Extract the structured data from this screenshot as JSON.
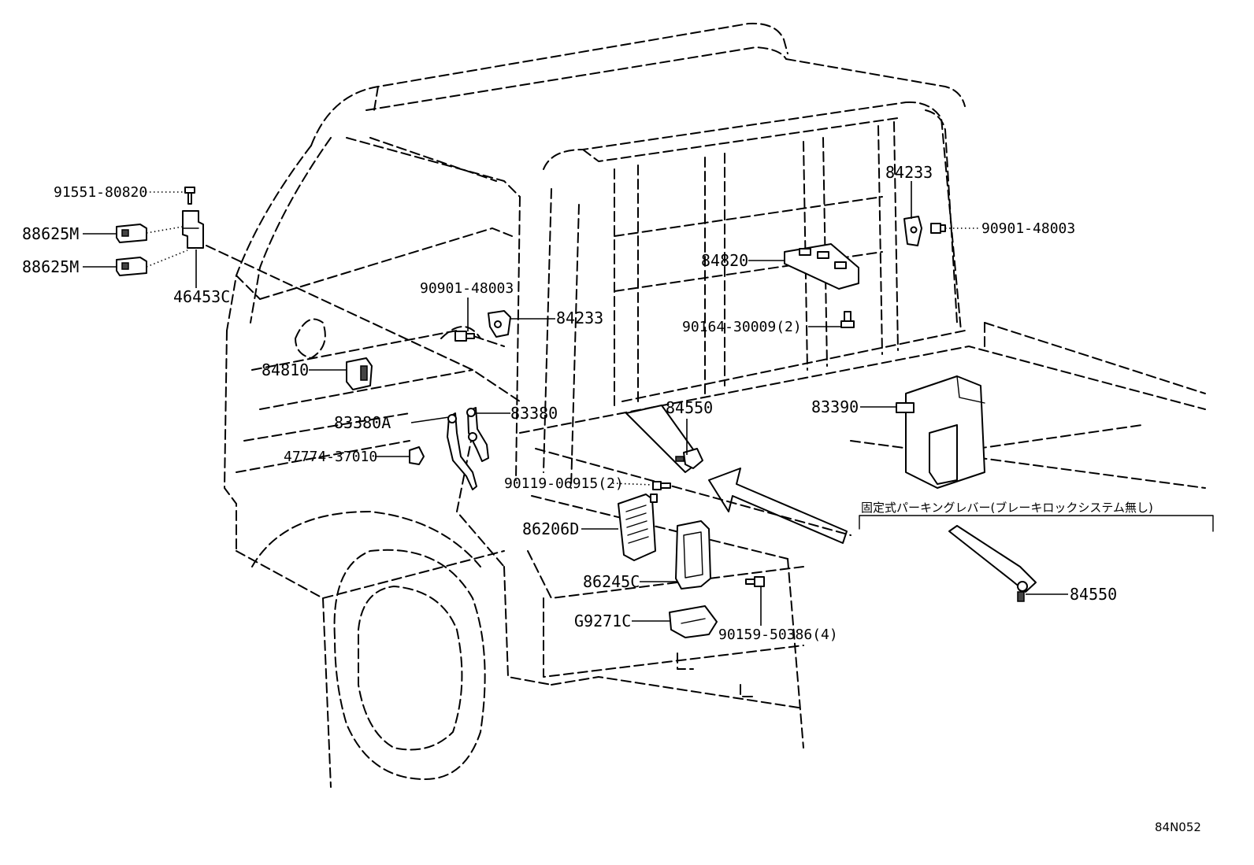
{
  "labels": {
    "p91551_80820": "91551-80820",
    "p88625m_a": "88625M",
    "p88625m_b": "88625M",
    "p46453c": "46453C",
    "p90901_48003_left": "90901-48003",
    "p84233_left": "84233",
    "p84810": "84810",
    "p83380a": "83380A",
    "p83380": "83380",
    "p47774_37010": "47774-37010",
    "p90119_06915": "90119-06915(2)",
    "p86206d": "86206D",
    "p86245c": "86245C",
    "pg9271c": "G9271C",
    "p90159_50386": "90159-50386(4)",
    "p84550_center": "84550",
    "p84233_right": "84233",
    "p90901_48003_right": "90901-48003",
    "p84820": "84820",
    "p90164_30009": "90164-30009(2)",
    "p83390": "83390",
    "p84550_right": "84550"
  },
  "note": "固定式パーキングレバー(ブレーキロックシステム無し)",
  "figure_code": "84N052"
}
